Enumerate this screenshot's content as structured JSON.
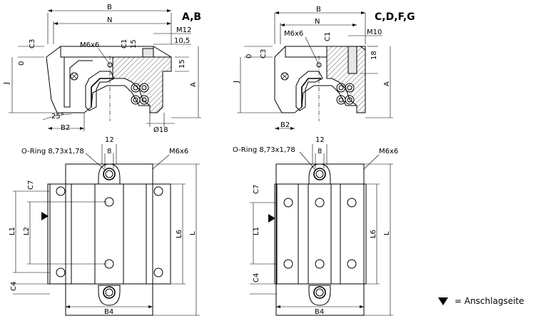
{
  "top_left": {
    "variant_label": "A,B",
    "B": "B",
    "N": "N",
    "M_thread": "M12",
    "thread_depth": "10,5",
    "C1": "C1",
    "dim15a": "15",
    "dim15b": "15",
    "C3": "C3",
    "zero": "0",
    "J": "J",
    "A": "A",
    "angle": "25°",
    "B2": "B2",
    "dia": "Ø18",
    "M6x6": "M6x6"
  },
  "top_right": {
    "variant_label": "C,D,F,G",
    "B": "B",
    "N": "N",
    "M_thread": "M10",
    "C1": "C1",
    "dim18": "18",
    "C3": "C3",
    "zero": "0",
    "J": "J",
    "A": "A",
    "B2": "B2",
    "M6x6": "M6x6"
  },
  "bottom_left": {
    "oring": "O-Ring 8,73x1,78",
    "dim12": "12",
    "dim8": "8",
    "M6x6": "M6x6",
    "C7": "C7",
    "L1": "L1",
    "L2": "L2",
    "C4": "C4",
    "L6": "L6",
    "L": "L",
    "B4": "B4"
  },
  "bottom_right": {
    "oring": "O-Ring 8,73x1,78",
    "dim12": "12",
    "dim8": "8",
    "M6x6": "M6x6",
    "C7": "C7",
    "L1": "L1",
    "C4": "C4",
    "L6": "L6",
    "L": "L",
    "B4": "B4"
  },
  "legend": {
    "text": "= Anschlagseite"
  }
}
